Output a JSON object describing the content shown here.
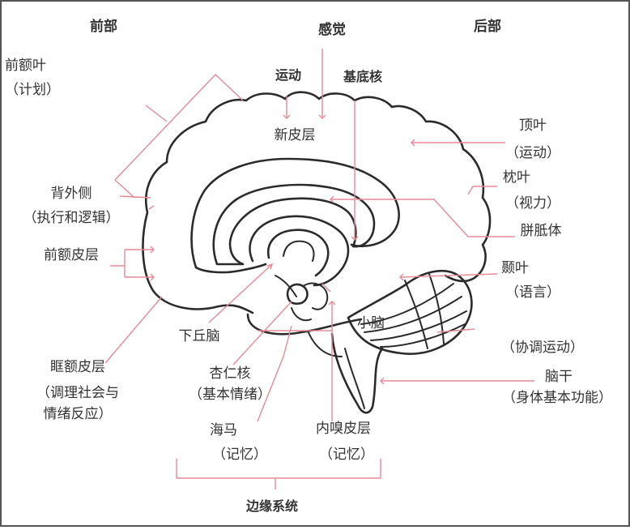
{
  "header": {
    "front": "前部",
    "top": "感觉",
    "back": "后部"
  },
  "labels": {
    "prefrontal": "前额叶",
    "prefrontal_fn": "（计划）",
    "dorsolateral": "背外侧",
    "dorsolateral_fn": "（执行和逻辑）",
    "prefrontal_cortex": "前额皮层",
    "orbitofrontal": "眶额皮层",
    "orbitofrontal_fn_1": "（调理社会与",
    "orbitofrontal_fn_2": "情绪反应）",
    "motor": "运动",
    "basal_ganglia": "基底核",
    "neocortex": "新皮层",
    "parietal": "顶叶",
    "parietal_fn": "（运动）",
    "occipital": "枕叶",
    "occipital_fn": "（视力）",
    "corpus_callosum": "胼胝体",
    "temporal": "颞叶",
    "temporal_fn": "（语言）",
    "cerebellum": "小脑",
    "cerebellum_fn": "（协调运动）",
    "brainstem": "脑干",
    "brainstem_fn": "（身体基本功能）",
    "hypothalamus": "下丘脑",
    "amygdala": "杏仁核",
    "amygdala_fn": "（基本情绪）",
    "hippocampus": "海马",
    "hippocampus_fn": "（记忆）",
    "entorhinal": "内嗅皮层",
    "entorhinal_fn": "（记忆）",
    "limbic": "边缘系统"
  },
  "colors": {
    "leader": "#e58a96",
    "outline": "#2b2b2b",
    "text": "#333333"
  }
}
